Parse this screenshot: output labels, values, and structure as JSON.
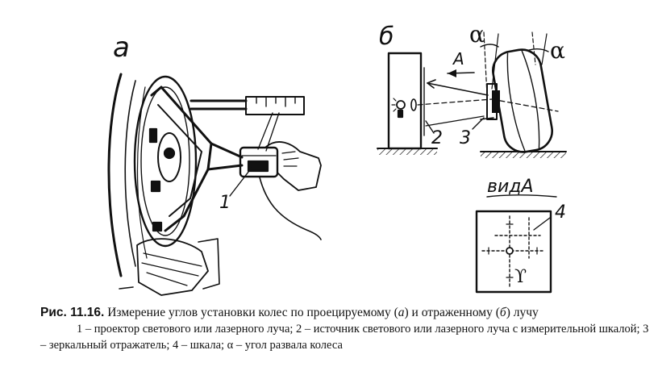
{
  "panels": {
    "a": {
      "label": "а",
      "callout_1": "1"
    },
    "b": {
      "label": "б",
      "arrow_label": "А",
      "angle_left": "α",
      "angle_right": "α",
      "callout_2": "2",
      "callout_3": "3"
    },
    "view": {
      "label": "видА",
      "callout_4": "4",
      "angle_mark": "ϒ"
    }
  },
  "caption": {
    "figure_number": "Рис. 11.16.",
    "title_pre": " Измерение углов установки колес по проецируемому (",
    "title_a": "а",
    "title_mid": ") и отраженному (",
    "title_b": "б",
    "title_post": ") лучу",
    "legend": "1 – проектор светового или лазерного луча; 2 – источник светового или лазерного луча с измерительной шкалой; 3 – зеркальный отражатель; 4 – шкала; α – угол развала колеса"
  },
  "colors": {
    "ink": "#111111",
    "paper": "#ffffff"
  }
}
